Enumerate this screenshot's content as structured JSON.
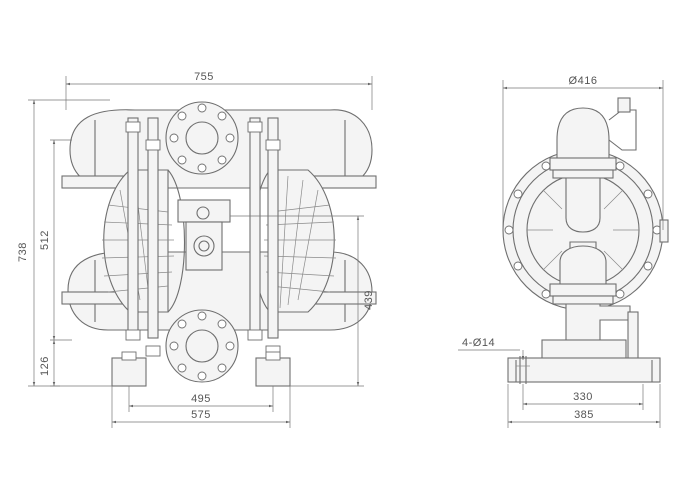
{
  "dimensions": {
    "front_width": "755",
    "front_height": "738",
    "front_inner_height": "512",
    "front_base_height": "126",
    "front_inlet_height": "439",
    "front_bolt_span": "495",
    "front_base_span": "575",
    "side_diameter": "Ø416",
    "side_holes": "4-Ø14",
    "side_bolt_span": "330",
    "side_base_span": "385"
  },
  "colors": {
    "line": "#6f6f6f",
    "text": "#555555"
  }
}
